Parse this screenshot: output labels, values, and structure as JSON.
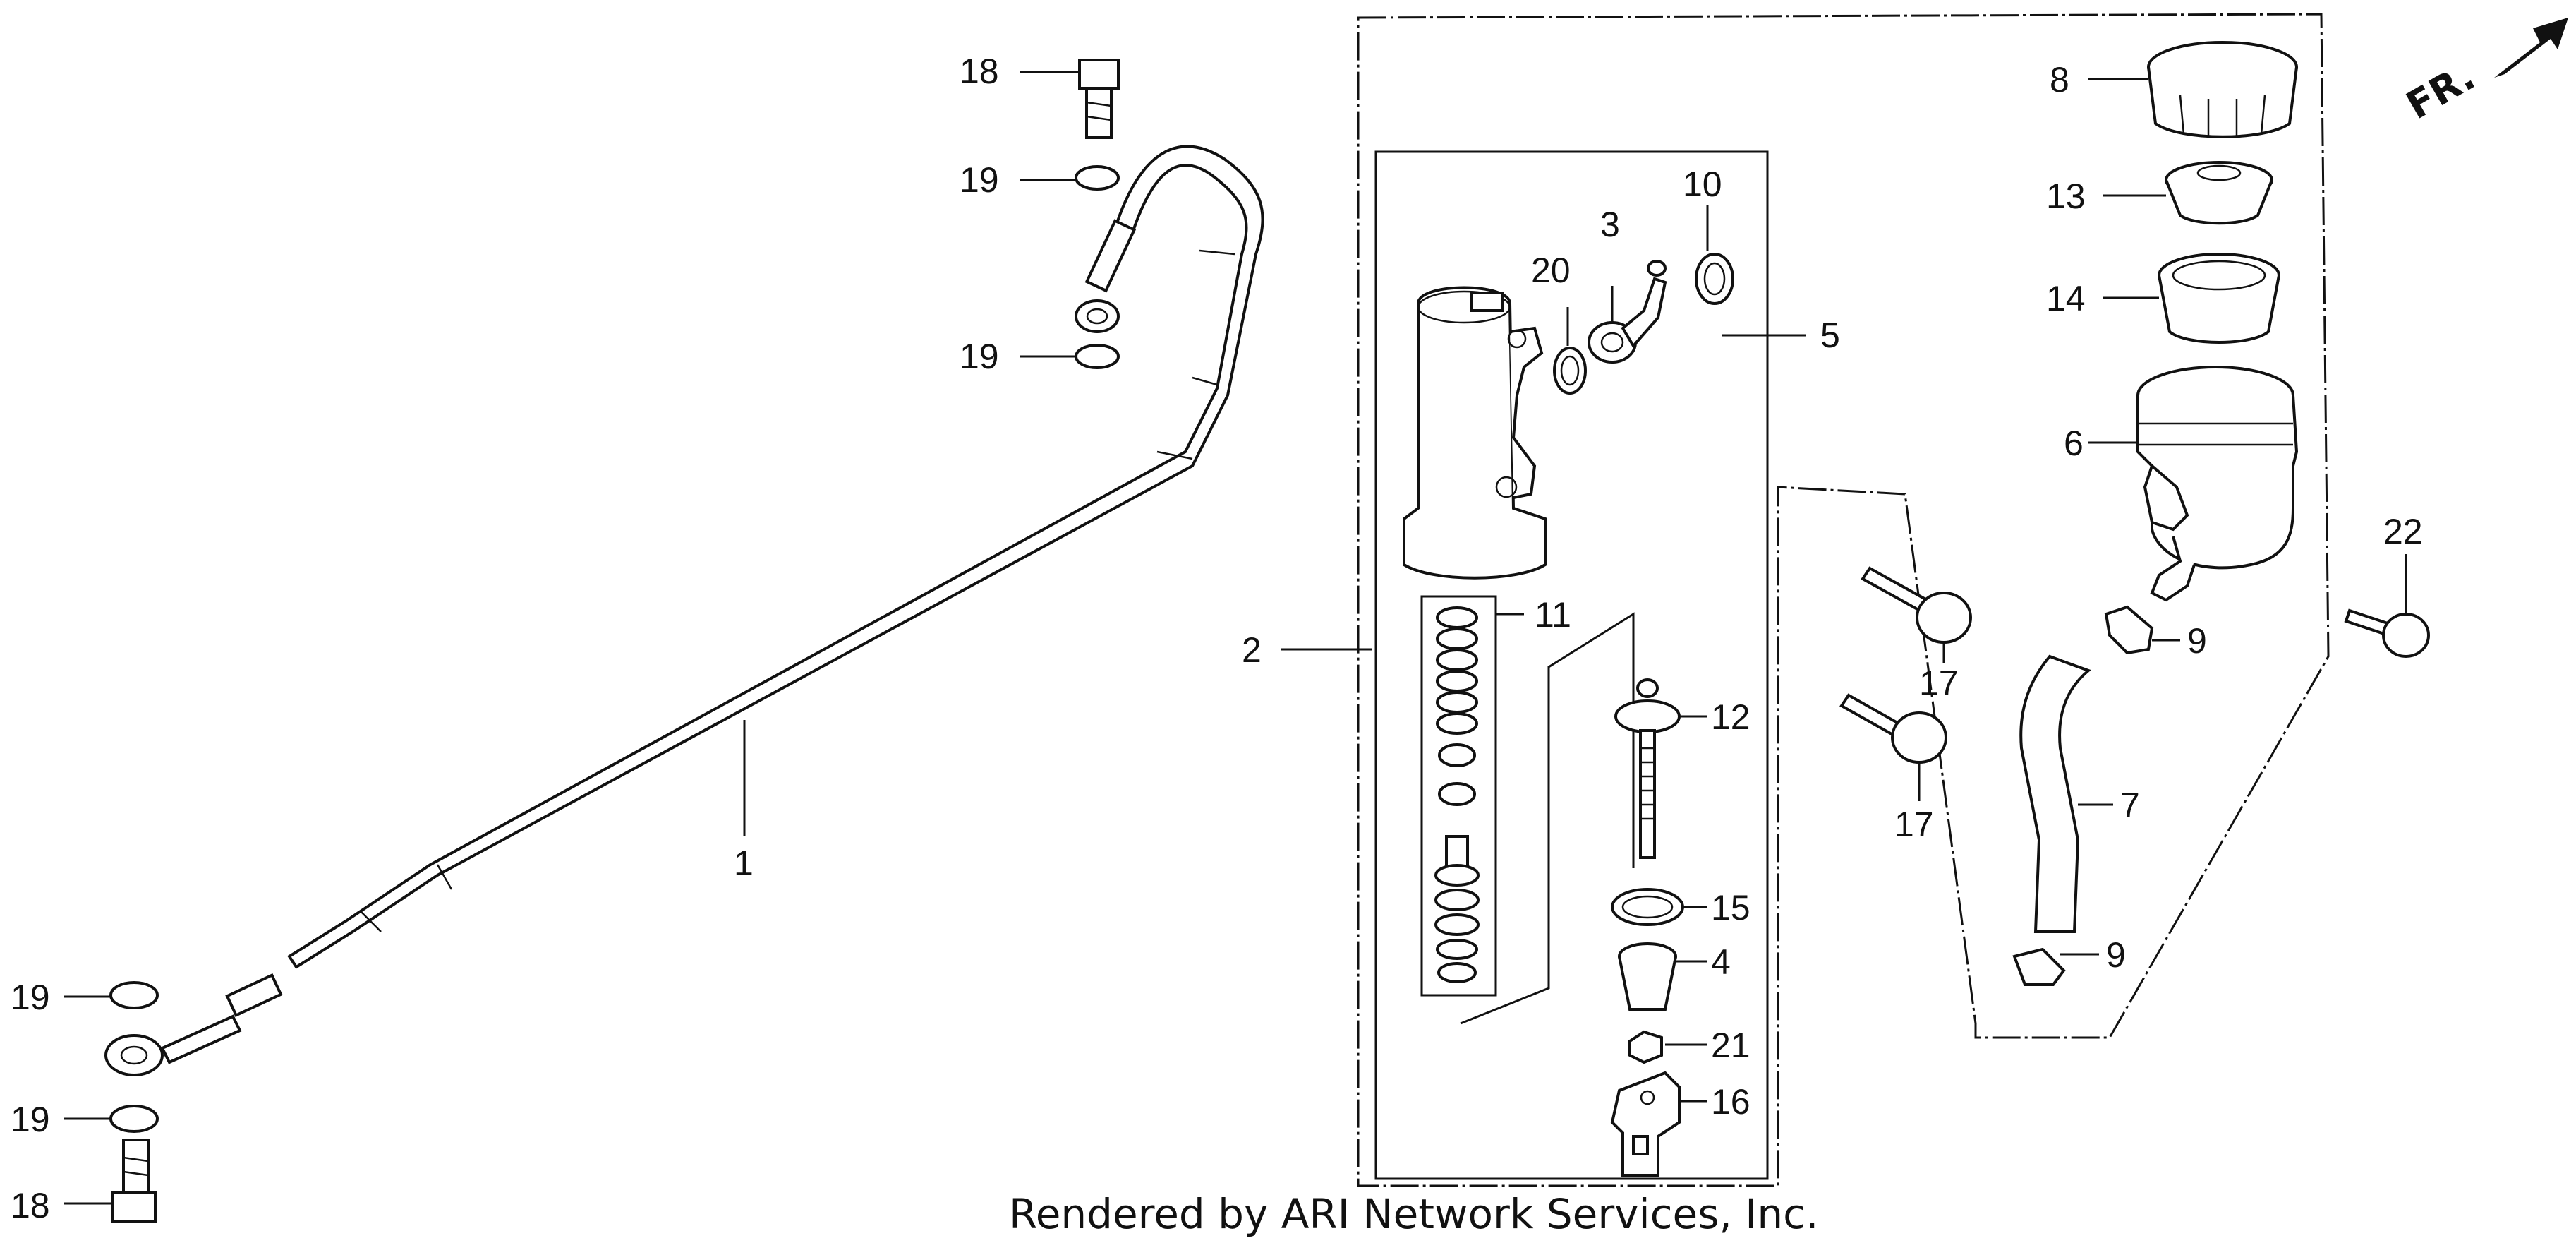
{
  "direction_marker": "FR.",
  "credit": "Rendered by ARI Network Services, Inc.",
  "callouts": [
    "1",
    "2",
    "3",
    "4",
    "5",
    "6",
    "7",
    "8",
    "9",
    "9",
    "10",
    "11",
    "12",
    "13",
    "14",
    "15",
    "16",
    "17",
    "17",
    "18",
    "18",
    "19",
    "19",
    "19",
    "19",
    "20",
    "21",
    "22"
  ]
}
